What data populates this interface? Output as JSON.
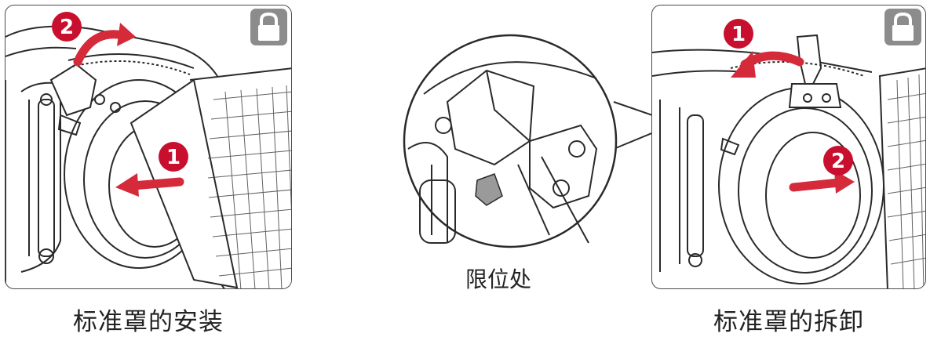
{
  "install_panel": {
    "caption": "标准罩的安装",
    "step_1": "1",
    "step_2": "2",
    "lock_icon": "lock-icon"
  },
  "detail_view": {
    "label": "限位处"
  },
  "remove_panel": {
    "caption": "标准罩的拆卸",
    "step_1": "1",
    "step_2": "2",
    "lock_icon": "lock-icon"
  },
  "colors": {
    "step_badge": "#c8102e",
    "arrow": "#d42a3a",
    "lock_bg": "#8c8c8c",
    "line": "#2a2a2a",
    "latch_gray": "#9a9a9a"
  }
}
